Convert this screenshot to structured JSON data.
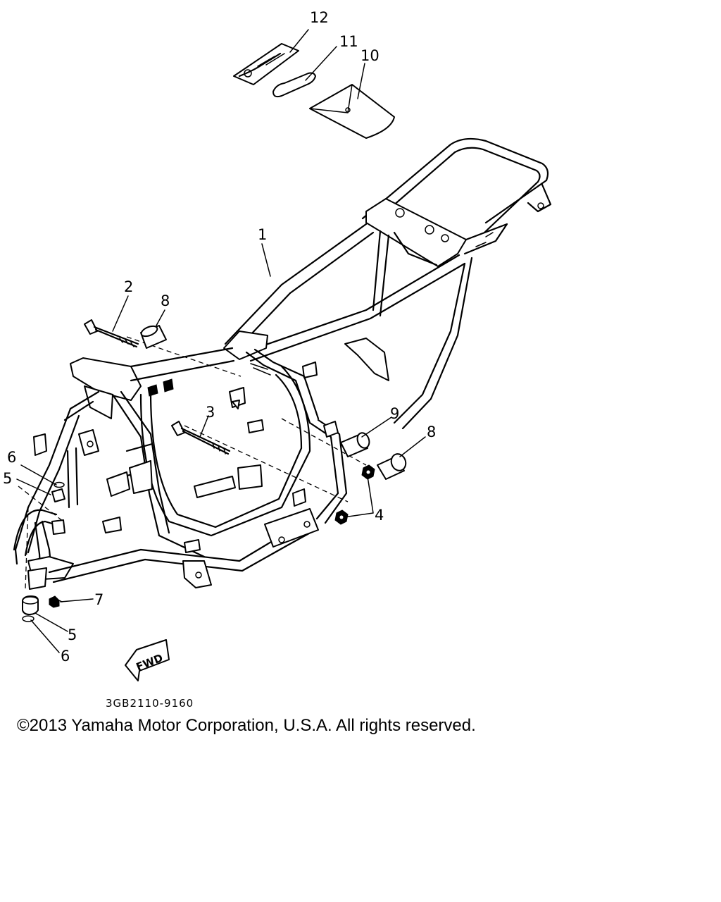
{
  "diagram": {
    "callouts": [
      "1",
      "2",
      "3",
      "4",
      "5",
      "5",
      "6",
      "6",
      "7",
      "8",
      "8",
      "9",
      "10",
      "11",
      "12"
    ],
    "direction_marker": "FWD",
    "part_code": "3GB2110-9160"
  },
  "footer": {
    "copyright": "©2013 Yamaha Motor Corporation, U.S.A. All rights reserved."
  }
}
